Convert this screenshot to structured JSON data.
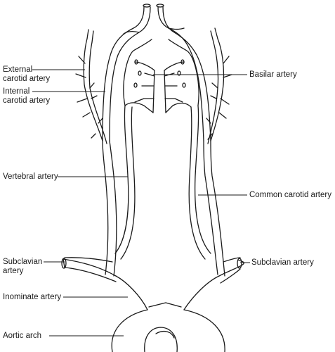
{
  "labels": {
    "external_carotid": [
      "External",
      "carotid artery"
    ],
    "internal_carotid": [
      "Internal",
      "carotid artery"
    ],
    "basilar": "Basilar artery",
    "vertebral": "Vertebral artery",
    "common_carotid": "Common carotid artery",
    "subclavian_left": [
      "Subclavian",
      "artery"
    ],
    "subclavian_right": "Subclavian artery",
    "innominate": "Inominate artery",
    "aortic_arch": "Aortic arch"
  },
  "colors": {
    "line": "#1a1a1a",
    "background": "#ffffff"
  }
}
